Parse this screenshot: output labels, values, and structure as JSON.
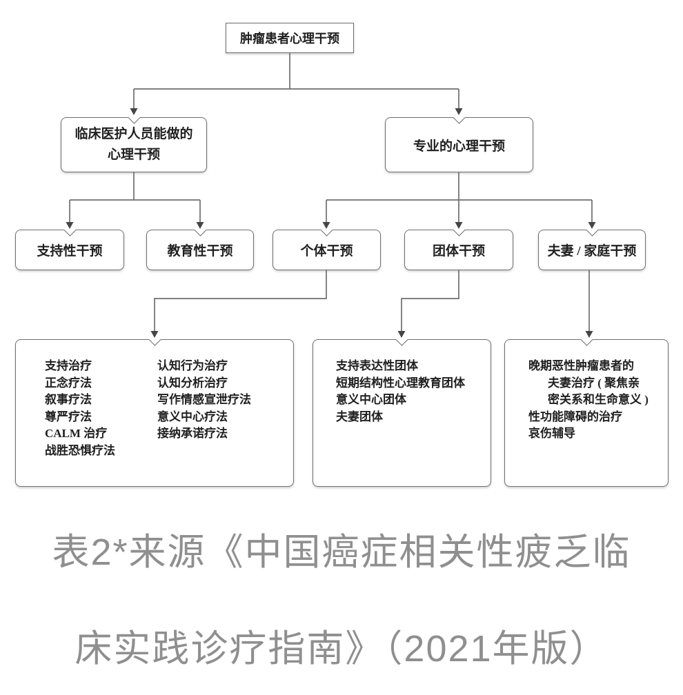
{
  "colors": {
    "background": "#ffffff",
    "box_border": "#6e6e6e",
    "connector_line": "#6e6e6e",
    "arrowhead": "#454545",
    "box_text": "#1f1f1f",
    "caption_text": "#8f8f8f"
  },
  "flowchart": {
    "root": {
      "label": "肿瘤患者心理干预"
    },
    "branches": [
      {
        "lines": [
          "临床医护人员能做的",
          "心理干预"
        ]
      },
      {
        "lines": [
          "专业的心理干预"
        ]
      }
    ],
    "interventions": [
      {
        "label": "支持性干预"
      },
      {
        "label": "教育性干预"
      },
      {
        "label": "个体干预"
      },
      {
        "label": "团体干预"
      },
      {
        "label": "夫妻 / 家庭干预"
      }
    ],
    "details": {
      "individual": {
        "col1": [
          "支持治疗",
          "正念疗法",
          "叙事疗法",
          "尊严疗法",
          "CALM 治疗",
          "战胜恐惧疗法"
        ],
        "col2": [
          "认知行为治疗",
          "认知分析治疗",
          "写作情感宣泄疗法",
          "意义中心疗法",
          "接纳承诺疗法"
        ]
      },
      "group": {
        "lines": [
          "支持表达性团体",
          "短期结构性心理教育团体",
          "意义中心团体",
          "夫妻团体"
        ]
      },
      "couple_family": {
        "lines": [
          "晚期恶性肿瘤患者的",
          "夫妻治疗 ( 聚焦亲",
          "密关系和生命意义 )",
          "性功能障碍的治疗",
          "哀伤辅导"
        ]
      }
    }
  },
  "caption": {
    "line1": "表2*来源《中国癌症相关性疲乏临",
    "line2": "床实践诊疗指南》（2021年版）"
  }
}
